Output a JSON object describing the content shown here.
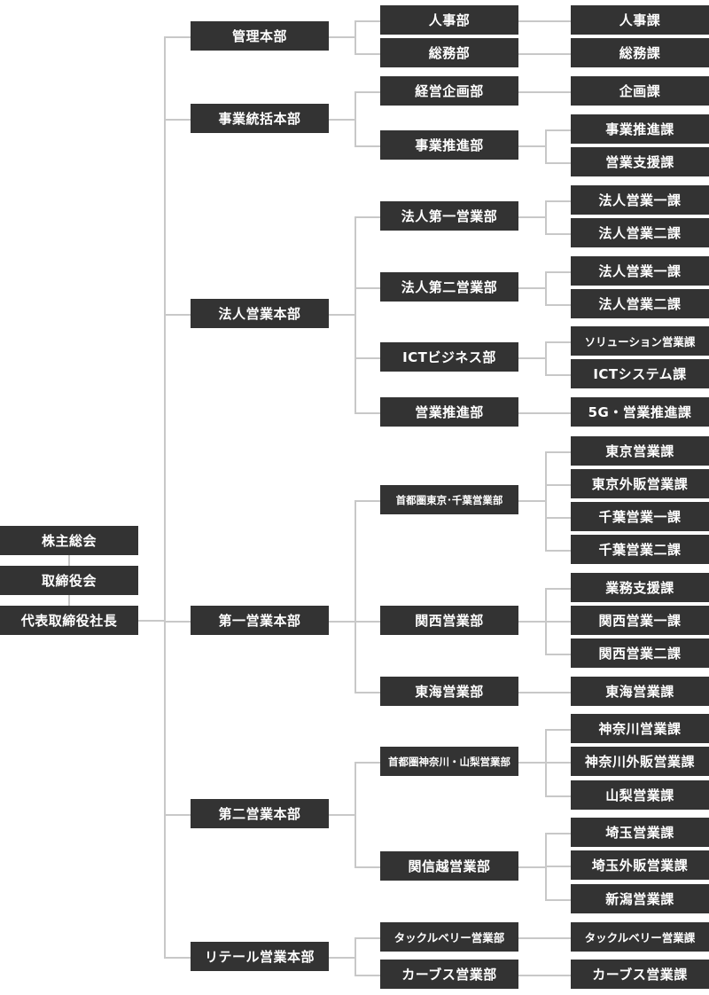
{
  "colors": {
    "box": "#333333",
    "text": "#ffffff",
    "connector": "#c8c8c8"
  },
  "governance": [
    "株主総会",
    "取締役会",
    "代表取締役社長"
  ],
  "divisions": [
    {
      "label": "管理本部",
      "departments": [
        {
          "label": "人事部",
          "sections": [
            "人事課"
          ]
        },
        {
          "label": "総務部",
          "sections": [
            "総務課"
          ]
        }
      ]
    },
    {
      "label": "事業統括本部",
      "departments": [
        {
          "label": "経営企画部",
          "sections": [
            "企画課"
          ]
        },
        {
          "label": "事業推進部",
          "sections": [
            "事業推進課",
            "営業支援課"
          ]
        }
      ]
    },
    {
      "label": "法人営業本部",
      "departments": [
        {
          "label": "法人第一営業部",
          "sections": [
            "法人営業一課",
            "法人営業二課"
          ]
        },
        {
          "label": "法人第二営業部",
          "sections": [
            "法人営業一課",
            "法人営業二課"
          ]
        },
        {
          "label": "ICTビジネス部",
          "sections": [
            "ソリューション営業課",
            "ICTシステム課"
          ]
        },
        {
          "label": "営業推進部",
          "sections": [
            "5G・営業推進課"
          ]
        }
      ]
    },
    {
      "label": "第一営業本部",
      "departments": [
        {
          "label": "首都圏東京･千葉営業部",
          "sections": [
            "東京営業課",
            "東京外販営業課",
            "千葉営業一課",
            "千葉営業二課"
          ]
        },
        {
          "label": "関西営業部",
          "sections": [
            "業務支援課",
            "関西営業一課",
            "関西営業二課"
          ]
        },
        {
          "label": "東海営業部",
          "sections": [
            "東海営業課"
          ]
        }
      ]
    },
    {
      "label": "第二営業本部",
      "departments": [
        {
          "label": "首都圏神奈川・山梨営業部",
          "sections": [
            "神奈川営業課",
            "神奈川外販営業課",
            "山梨営業課"
          ]
        },
        {
          "label": "関信越営業部",
          "sections": [
            "埼玉営業課",
            "埼玉外販営業課",
            "新潟営業課"
          ]
        }
      ]
    },
    {
      "label": "リテール営業本部",
      "departments": [
        {
          "label": "タックルベリー営業部",
          "sections": [
            "タックルベリー営業課"
          ]
        },
        {
          "label": "カーブス営業部",
          "sections": [
            "カーブス営業課"
          ]
        }
      ]
    }
  ]
}
